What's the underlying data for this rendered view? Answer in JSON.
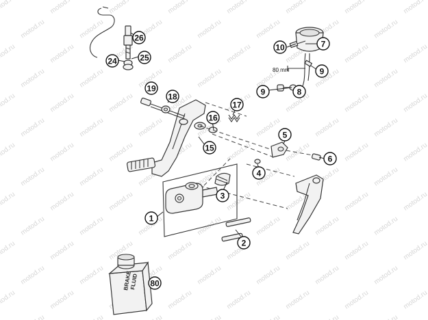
{
  "diagram": {
    "watermark": "motod.ru",
    "dimension_label": "80 mm",
    "bottle_label_line1": "BRAKE",
    "bottle_label_line2": "FLUID"
  },
  "callouts": [
    {
      "id": "1",
      "label": "1"
    },
    {
      "id": "2",
      "label": "2"
    },
    {
      "id": "3",
      "label": "3"
    },
    {
      "id": "4",
      "label": "4"
    },
    {
      "id": "5",
      "label": "5"
    },
    {
      "id": "6",
      "label": "6"
    },
    {
      "id": "7",
      "label": "7"
    },
    {
      "id": "8",
      "label": "8"
    },
    {
      "id": "9a",
      "label": "9"
    },
    {
      "id": "9b",
      "label": "9"
    },
    {
      "id": "10",
      "label": "10"
    },
    {
      "id": "15",
      "label": "15"
    },
    {
      "id": "16",
      "label": "16"
    },
    {
      "id": "17",
      "label": "17"
    },
    {
      "id": "18",
      "label": "18"
    },
    {
      "id": "19",
      "label": "19"
    },
    {
      "id": "24",
      "label": "24"
    },
    {
      "id": "25",
      "label": "25"
    },
    {
      "id": "26",
      "label": "26"
    },
    {
      "id": "80",
      "label": "80"
    }
  ]
}
